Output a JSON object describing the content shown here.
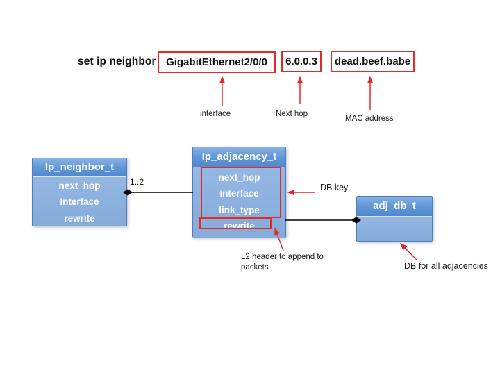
{
  "command": {
    "label": "set ip neighbor",
    "args": [
      {
        "value": "GigabitEthernet2/0/0",
        "annotation": "interface"
      },
      {
        "value": "6.0.0.3",
        "annotation": "Next hop"
      },
      {
        "value": "dead.beef.babe",
        "annotation": "MAC address"
      }
    ]
  },
  "diagram": {
    "ip_neighbor": {
      "title": "Ip_neighbor_t",
      "fields": [
        "next_hop",
        "Interface",
        "rewrite"
      ]
    },
    "ip_adjacency": {
      "title": "Ip_adjacency_t",
      "fields": [
        "next_hop",
        "interface",
        "link_type",
        "rewrite"
      ]
    },
    "adj_db": {
      "title": "adj_db_t"
    },
    "multiplicity": "1..2",
    "notes": {
      "db_key": "DB key",
      "l2_header": "L2 header to append to packets",
      "adj_db": "DB for all adjacencies"
    }
  },
  "colors": {
    "annotation_red": "#e42a26",
    "class_header_blue": "#5b91cf",
    "class_body_blue": "#8fb2df",
    "class_border_blue": "#4d7ebe",
    "connector_black": "#000000"
  }
}
